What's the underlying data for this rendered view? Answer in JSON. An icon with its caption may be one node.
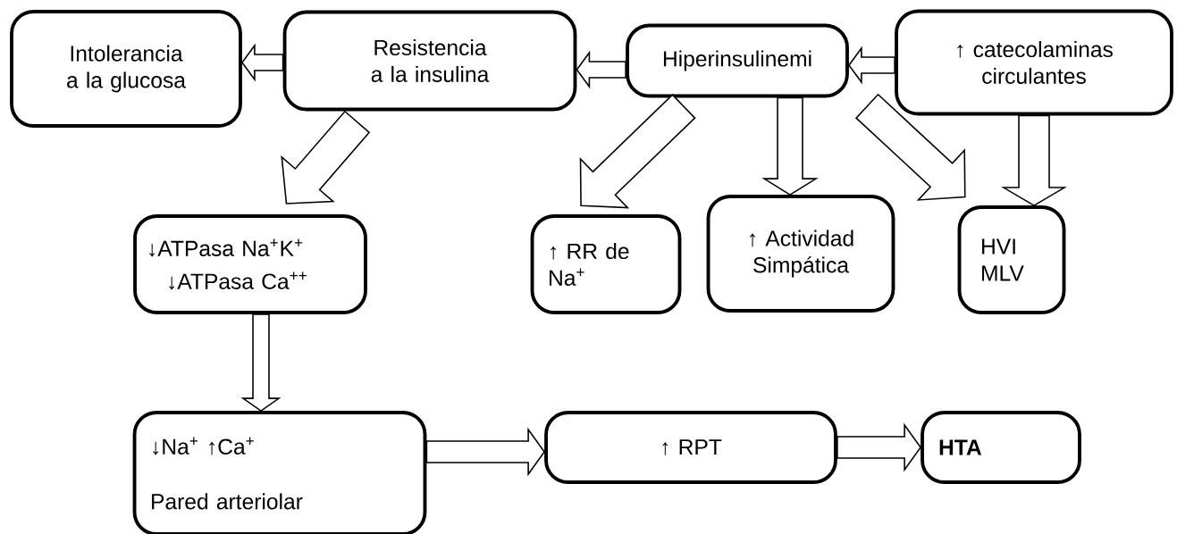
{
  "diagram": {
    "nodes": [
      {
        "text": [
          "Intolerancia a la glucosa"
        ]
      },
      {
        "text": [
          "Resistencia a la insulina"
        ]
      },
      {
        "text": [
          "Hiperinsulinemi"
        ]
      },
      {
        "text": [
          "↑ catecolaminas circulantes"
        ]
      },
      {
        "text": [
          "↓ATPasa Na$^{+}$K$^{+}$",
          "↓ATPasa Ca$^{++}$"
        ]
      },
      {
        "text": [
          "↑ RR de Na$^{+}$"
        ]
      },
      {
        "text": [
          "↑ Actividad Simpática"
        ]
      },
      {
        "text": [
          "HVI MLV"
        ]
      },
      {
        "text": [
          "↓Na$^{+}$ ↑Ca$^{+}$",
          "Pared arteriolar"
        ]
      },
      {
        "text": [
          "↑ RPT"
        ]
      },
      {
        "text": [
          "HTA"
        ]
      }
    ],
    "edges": [
      {
        "from": 1,
        "to": 0,
        "arrow": "to"
      },
      {
        "from": 2,
        "to": 1,
        "arrow": "to"
      },
      {
        "from": 3,
        "to": 2,
        "arrow": "to"
      },
      {
        "from": 1,
        "to": 4,
        "arrow": "to"
      },
      {
        "from": 2,
        "to": 5,
        "arrow": "to"
      },
      {
        "from": 2,
        "to": 6,
        "arrow": "to"
      },
      {
        "from": 2,
        "to": 7,
        "arrow": "to"
      },
      {
        "from": 3,
        "to": 7,
        "arrow": "to"
      },
      {
        "from": 4,
        "to": 8,
        "arrow": "to"
      },
      {
        "from": 8,
        "to": 9,
        "arrow": "to"
      },
      {
        "from": 9,
        "to": 10,
        "arrow": "to"
      }
    ]
  }
}
